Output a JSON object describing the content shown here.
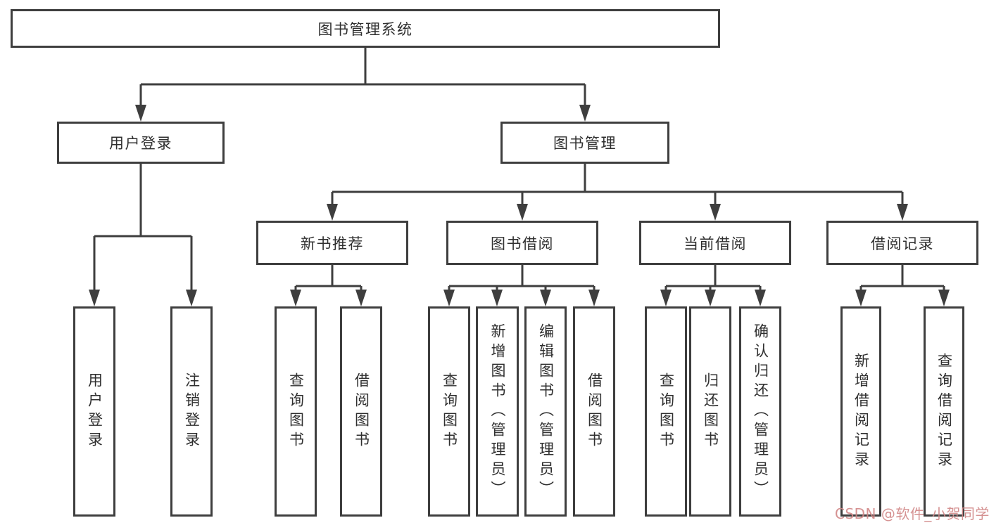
{
  "tree": {
    "label": "图书管理系统",
    "children": [
      {
        "label": "用户登录",
        "children": [
          {
            "label": "用户登录"
          },
          {
            "label": "注销登录"
          }
        ]
      },
      {
        "label": "图书管理",
        "children": [
          {
            "label": "新书推荐",
            "children": [
              {
                "label": "查询图书"
              },
              {
                "label": "借阅图书"
              }
            ]
          },
          {
            "label": "图书借阅",
            "children": [
              {
                "label": "查询图书"
              },
              {
                "label": "新增图书（管理员）"
              },
              {
                "label": "编辑图书（管理员）"
              },
              {
                "label": "借阅图书"
              }
            ]
          },
          {
            "label": "当前借阅",
            "children": [
              {
                "label": "查询图书"
              },
              {
                "label": "归还图书"
              },
              {
                "label": "确认归还（管理员）"
              }
            ]
          },
          {
            "label": "借阅记录",
            "children": [
              {
                "label": "新增借阅记录"
              },
              {
                "label": "查询借阅记录"
              }
            ]
          }
        ]
      }
    ]
  },
  "watermark": {
    "text": "CSDN @软件_小贺同学"
  },
  "colors": {
    "line": "#3e3e3e",
    "box_border": "#3e3e3e",
    "box_background": "#ffffff",
    "text": "#2f2f2f",
    "watermark": "#d08686",
    "canvas_background": "#ffffff"
  }
}
